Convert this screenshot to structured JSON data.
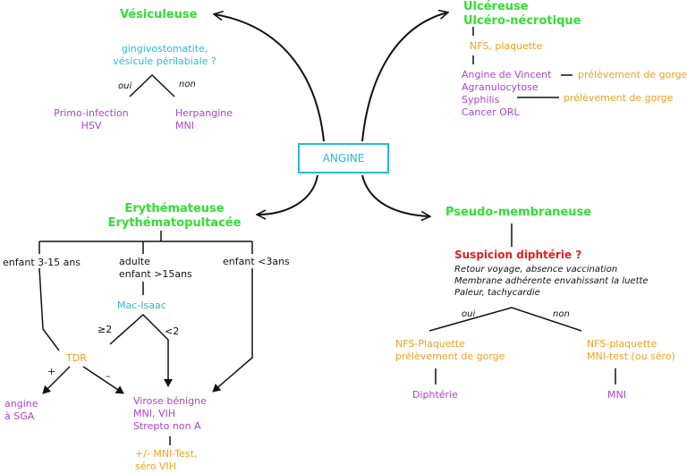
{
  "center": {
    "label": "ANGINE"
  },
  "vesiculeuse": {
    "title": "Vésiculeuse",
    "question": [
      "gingivostomatite,",
      "vésicule périlabiale ?"
    ],
    "oui": "oui",
    "non": "non",
    "left": [
      "Primo-infection",
      "HSV"
    ],
    "right": [
      "Herpangine",
      "MNI"
    ]
  },
  "ulcereuse": {
    "title": [
      "Ulcéreuse",
      "Ulcéro-nécrotique"
    ],
    "exam": "NFS, plaquette",
    "items": [
      "Angine de Vincent",
      "Agranulocytose",
      "Syphilis",
      "Cancer ORL"
    ],
    "prelev1": "prélèvement de gorge",
    "prelev2": "prélèvement de gorge"
  },
  "erythemateuse": {
    "title": [
      "Erythémateuse",
      "Erythématopultacée"
    ],
    "col1": "enfant 3-15 ans",
    "col2": [
      "adulte",
      "enfant >15ans"
    ],
    "col3": "enfant <3ans",
    "score": "Mac-Isaac",
    "ge2": "≥2",
    "lt2": "<2",
    "tdr": "TDR",
    "plus": "+",
    "minus": "–",
    "sga": [
      "angine",
      "à SGA"
    ],
    "virose": [
      "Virose bénigne",
      "MNI, VIH",
      "Strepto non A"
    ],
    "mni_test": [
      "+/- MNI-Test,",
      "séro VIH"
    ]
  },
  "pseudo": {
    "title": "Pseudo-membraneuse",
    "suspicion": "Suspicion diphtérie ?",
    "criteria": [
      "Retour voyage, absence vaccination",
      "Membrane adhérente envahissant la luette",
      "Paleur, tachycardie"
    ],
    "oui": "oui",
    "non": "non",
    "left_exam": [
      "NFS-Plaquette",
      "prélèvement de gorge"
    ],
    "right_exam": [
      "NFS-plaquette",
      "MNI-test (ou séro)"
    ],
    "left_result": "Diphtérie",
    "right_result": "MNI"
  }
}
